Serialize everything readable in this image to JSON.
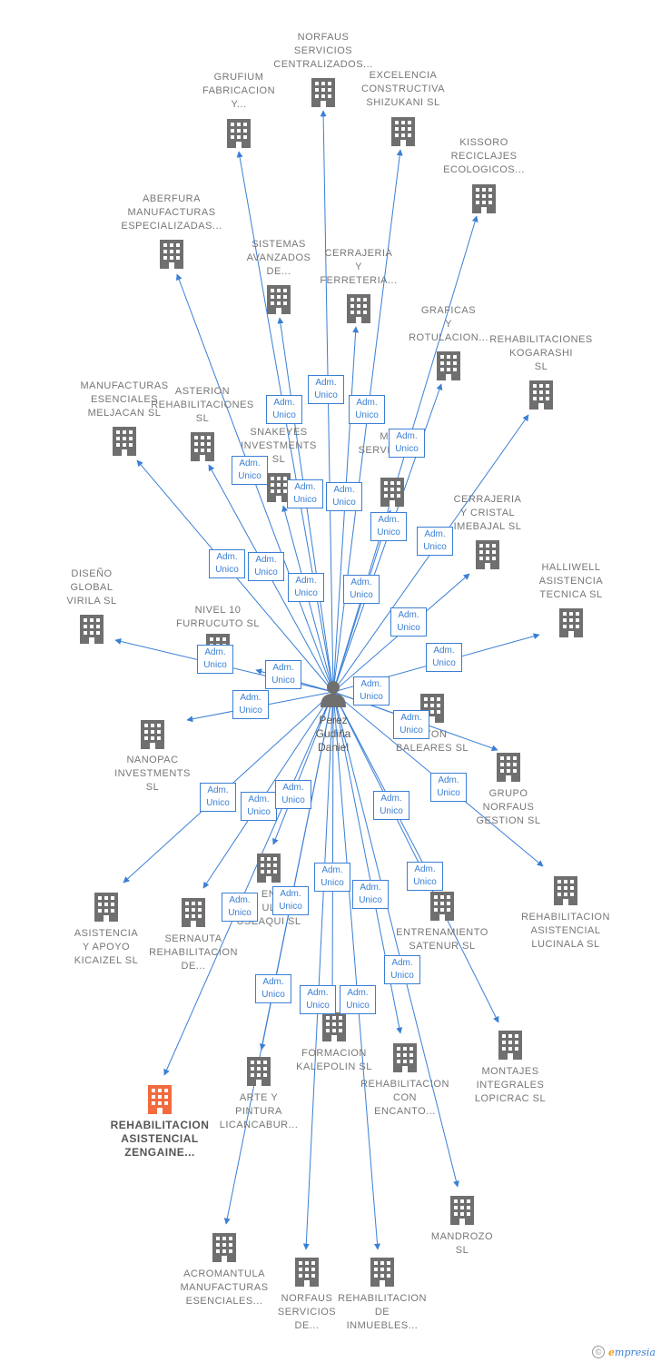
{
  "center": {
    "name": "Perez\nGudiña\nDaniel"
  },
  "edge_label": "Adm.\nUnico",
  "colors": {
    "edge": "#3a7fd5",
    "building": "#6f6f6f",
    "highlight": "#f26a3d"
  },
  "nodes": [
    {
      "id": "n1",
      "label": "NORFAUS\nSERVICIOS\nCENTRALIZADOS..."
    },
    {
      "id": "n2",
      "label": "GRUFIUM\nFABRICACION\nY..."
    },
    {
      "id": "n3",
      "label": "EXCELENCIA\nCONSTRUCTIVA\nSHIZUKANI  SL"
    },
    {
      "id": "n4",
      "label": "KISSORO\nRECICLAJES\nECOLOGICOS..."
    },
    {
      "id": "n5",
      "label": "ABERFURA\nMANUFACTURAS\nESPECIALIZADAS..."
    },
    {
      "id": "n6",
      "label": "SISTEMAS\nAVANZADOS\nDE..."
    },
    {
      "id": "n7",
      "label": "CERRAJERIA\nY\nFERRETERIA..."
    },
    {
      "id": "n8",
      "label": "GRAFICAS\nY\nROTULACION..."
    },
    {
      "id": "n9",
      "label": "REHABILITACIONES\nKOGARASHI\nSL"
    },
    {
      "id": "n10",
      "label": "MANUFACTURAS\nESENCIALES\nMELJACAN  SL"
    },
    {
      "id": "n11",
      "label": "ASTERION\nREHABILITACIONES\nSL"
    },
    {
      "id": "n12",
      "label": "SNAKEYES\nINVESTMENTS\nSL"
    },
    {
      "id": "n13",
      "label": "MON\nSERVICIOS..."
    },
    {
      "id": "n14",
      "label": "CERRAJERIA\nY CRISTAL\nIMEBAJAL  SL"
    },
    {
      "id": "n15",
      "label": "DISEÑO\nGLOBAL\nVIRILA  SL"
    },
    {
      "id": "n16",
      "label": "NIVEL 10\nFURRUCUTO SL"
    },
    {
      "id": "n17",
      "label": "HALLIWELL\nASISTENCIA\nTECNICA  SL"
    },
    {
      "id": "n18",
      "label": "NANOPAC\nINVESTMENTS\nSL"
    },
    {
      "id": "n19",
      "label": "RTON\nBALEARES  SL"
    },
    {
      "id": "n20",
      "label": "GRUPO\nNORFAUS\nGESTION  SL"
    },
    {
      "id": "n21",
      "label": "ASISTENCIA\nY APOYO\nKICAIZEL  SL"
    },
    {
      "id": "n22",
      "label": "SERNAUTA\nREHABILITACION\nDE..."
    },
    {
      "id": "n23",
      "label": "EN\nUL\nUSEAQUI SL"
    },
    {
      "id": "n24",
      "label": "ENTRENAMIENTO\nSATENUR  SL"
    },
    {
      "id": "n25",
      "label": "REHABILITACION\nASISTENCIAL\nLUCINALA  SL"
    },
    {
      "id": "n26",
      "label": "FORMACION\nKALEPOLIN  SL"
    },
    {
      "id": "n27",
      "label": "REHABILITACION\nCON\nENCANTO..."
    },
    {
      "id": "n28",
      "label": "MONTAJES\nINTEGRALES\nLOPICRAC  SL"
    },
    {
      "id": "n29",
      "label": "ARTE Y\nPINTURA\nLICANCABUR..."
    },
    {
      "id": "n30",
      "label": "REHABILITACION\nASISTENCIAL\nZENGAINE...",
      "highlight": true
    },
    {
      "id": "n31",
      "label": "MANDROZO\nSL"
    },
    {
      "id": "n32",
      "label": "ACROMANTULA\nMANUFACTURAS\nESENCIALES..."
    },
    {
      "id": "n33",
      "label": "NORFAUS\nSERVICIOS\nDE..."
    },
    {
      "id": "n34",
      "label": "REHABILITACION\nDE\nINMUEBLES..."
    }
  ],
  "footer": {
    "copyright": "©",
    "brand_initial": "e",
    "brand_rest": "mpresia"
  }
}
